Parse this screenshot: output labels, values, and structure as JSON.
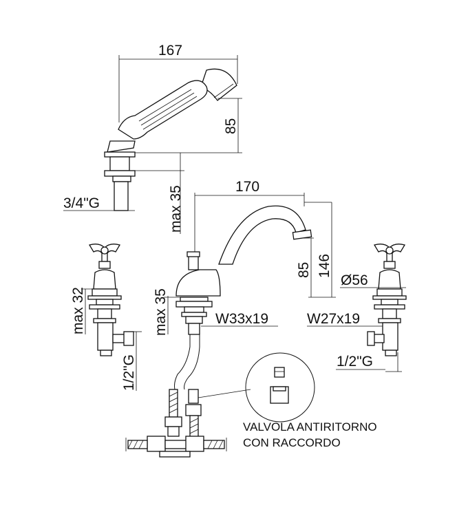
{
  "dimensions": {
    "handshower_width": "167",
    "handshower_height": "85",
    "handshower_thread": "3/4\"G",
    "handshower_max_thickness": "max 35",
    "spout_reach": "170",
    "spout_height_85": "85",
    "spout_total_height": "146",
    "valve_diameter": "Ø56",
    "spout_base_thread": "W33x19",
    "spout_max_thickness": "max 35",
    "left_valve_max": "max 32",
    "left_valve_thread": "1/2\"G",
    "right_valve_thread_w": "W27x19",
    "right_valve_thread_g": "1/2\"G"
  },
  "callout": {
    "line1": "VALVOLA ANTIRITORNO",
    "line2": "CON RACCORDO"
  }
}
